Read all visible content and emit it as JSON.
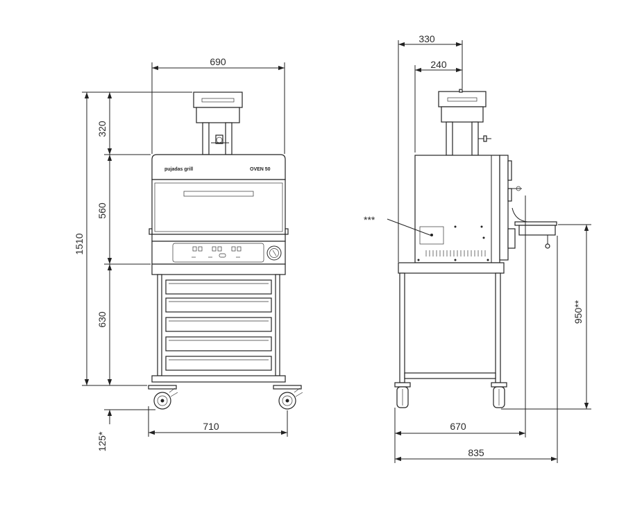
{
  "front_view": {
    "brand_label": "pujadas grill",
    "model_label": "OVEN 50",
    "dimensions": {
      "overall_width": "690",
      "chimney_height": "320",
      "oven_height": "560",
      "total_height": "1510",
      "stand_height": "630",
      "base_width": "710",
      "wheel_height": "125*"
    }
  },
  "side_view": {
    "callout": "***",
    "dimensions": {
      "chimney_depth": "330",
      "chimney_inner": "240",
      "shelf_height": "950**",
      "stand_depth": "670",
      "overall_depth": "835"
    }
  }
}
